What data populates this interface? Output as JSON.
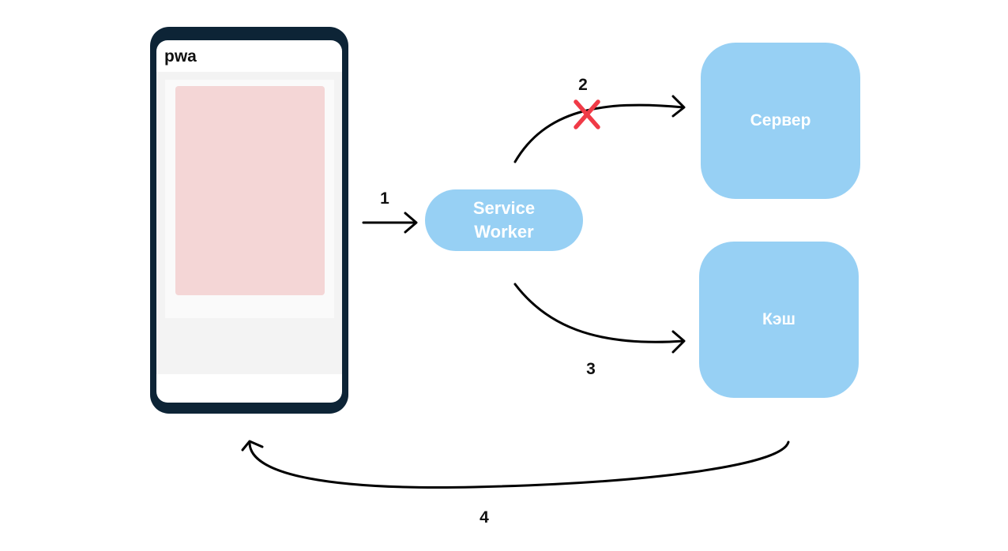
{
  "phone": {
    "app_title": "pwa"
  },
  "nodes": {
    "service_worker": [
      "Service",
      "Worker"
    ],
    "server": "Сервер",
    "cache": "Кэш"
  },
  "steps": [
    "1",
    "2",
    "3",
    "4"
  ],
  "colors": {
    "node_fill": "#97d0f4",
    "phone_frame": "#0d2436",
    "placeholder": "#f4d6d6",
    "blocked_mark": "#f03a47",
    "arrow": "#000000"
  }
}
